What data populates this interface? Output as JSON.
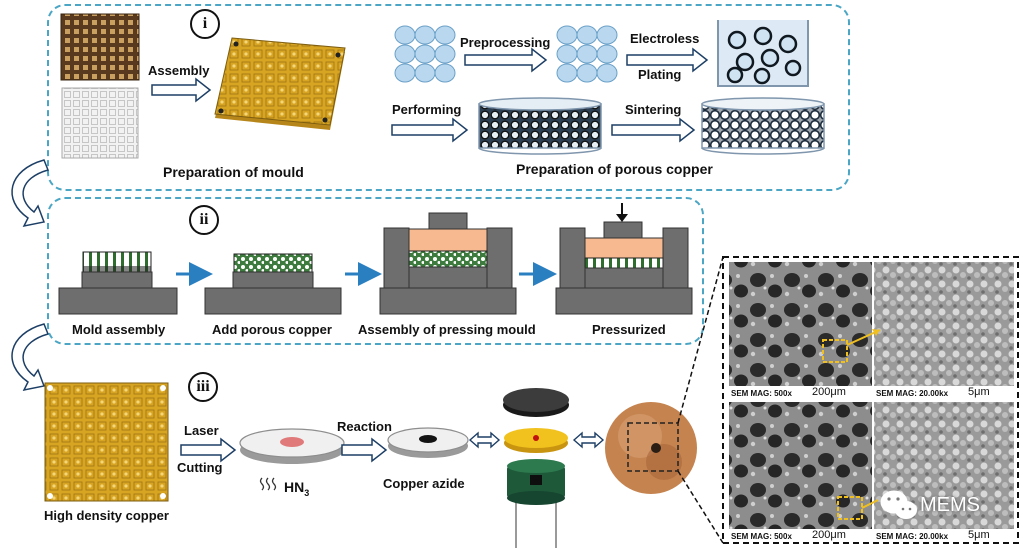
{
  "panels": {
    "i": {
      "numeral": "i",
      "caption_mould": "Preparation of mould",
      "caption_porous": "Preparation of porous copper",
      "step_assembly": "Assembly",
      "step_preprocessing": "Preprocessing",
      "step_electroless": "Electroless",
      "step_plating": "Plating",
      "step_performing": "Performing",
      "step_sintering": "Sintering"
    },
    "ii": {
      "numeral": "ii",
      "steps": [
        "Mold assembly",
        "Add porous copper",
        "Assembly of pressing mould",
        "Pressurized"
      ]
    },
    "iii": {
      "numeral": "iii",
      "caption_high_density": "High density copper",
      "step_laser": "Laser",
      "step_cutting": "Cutting",
      "hn3_main": "HN",
      "hn3_sub": "3",
      "step_reaction": "Reaction",
      "caption_copper_azide": "Copper azide"
    }
  },
  "sem": {
    "tiles": [
      {
        "mag": "SEM MAG: 500x",
        "scale": "200μm"
      },
      {
        "mag": "SEM MAG: 20.00kx",
        "scale": "5μm"
      },
      {
        "mag": "SEM MAG: 500x",
        "scale": "200μm"
      },
      {
        "mag": "SEM MAG: 20.00kx",
        "scale": "5μm"
      }
    ]
  },
  "watermark": {
    "text": "MEMS",
    "icon": "wechat-icon"
  },
  "colors": {
    "panel_border": "#4aa6c4",
    "arrow_blue": "#2a7fc0",
    "copper_gold": "#d9a520",
    "highlight": "#f0c020"
  }
}
